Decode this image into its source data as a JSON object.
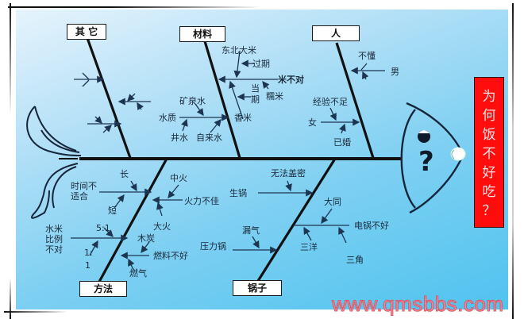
{
  "diagram": {
    "type": "fishbone",
    "problem": "为何饭不好吃？",
    "problem_chars": [
      "为",
      "何",
      "饭",
      "不",
      "好",
      "吃",
      "？"
    ],
    "head_symbol": "?",
    "colors": {
      "background_top": "#e6f4fc",
      "background_bottom": "#4fc3ef",
      "problem_box": "#ff0d0d",
      "line": "#111111",
      "arrow": "#1d3550",
      "watermark": "#f28c9a"
    }
  },
  "categories": {
    "other": {
      "label": "其 它"
    },
    "material": {
      "label": "材料",
      "branches": {
        "rice_wrong": "米不对",
        "northeast_rice": "东北大米",
        "expired": "过期",
        "current": "当",
        "season": "期",
        "glutinous": "糯米",
        "fragrant": "香米",
        "water_quality": "水质",
        "mineral_water": "矿泉水",
        "well_water": "井水",
        "tap_water": "自来水"
      }
    },
    "people": {
      "label": "人",
      "branches": {
        "dont_know": "不懂",
        "male": "男",
        "lack_experience": "经验不足",
        "female": "女",
        "married": "已婚"
      }
    },
    "method": {
      "label": "方法",
      "branches": {
        "time_wrong": "时间不\n适合",
        "long": "长",
        "short": "短",
        "medium_fire": "中火",
        "heat_bad": "火力不佳",
        "big_fire": "大火",
        "ratio_wrong": "水米\n比例\n不对",
        "ratio_5_1": "5:1",
        "ratio_1_1_a": "1:",
        "ratio_1_1_b": "1",
        "charcoal": "木炭",
        "fuel_bad": "燃料不好",
        "gas": "燃气"
      }
    },
    "pot": {
      "label": "锅子",
      "branches": {
        "cant_close": "无法盖密",
        "rusty": "生锅",
        "leak": "漏气",
        "pressure_cooker": "压力锅",
        "datong": "大同",
        "rice_cooker_bad": "电锅不好",
        "sanyo": "三洋",
        "sanjiao": "三角"
      }
    }
  },
  "watermark": "www.qmsbbs.com"
}
